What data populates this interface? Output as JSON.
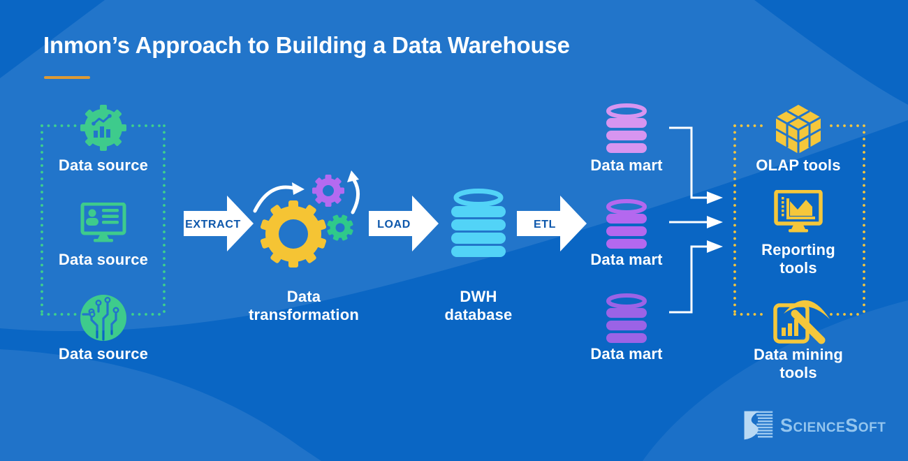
{
  "title": {
    "text": "Inmon’s Approach to Building a Data Warehouse"
  },
  "sources": {
    "box_color": "#3ed08c",
    "items": [
      {
        "label": "Data source",
        "icon": "gear-chart-icon"
      },
      {
        "label": "Data source",
        "icon": "monitor-user-icon"
      },
      {
        "label": "Data source",
        "icon": "circuit-icon"
      }
    ]
  },
  "flow": {
    "extract_label": "EXTRACT",
    "transformation_label": "Data transformation",
    "load_label": "LOAD",
    "dwh_label": "DWH database",
    "etl_label": "ETL"
  },
  "data_marts": [
    {
      "label": "Data mart",
      "color": "#d795f0"
    },
    {
      "label": "Data mart",
      "color": "#b468ef"
    },
    {
      "label": "Data mart",
      "color": "#9b63e6"
    }
  ],
  "tools": {
    "box_color": "#f6c63d",
    "items": [
      {
        "label": "OLAP tools",
        "icon": "olap-cube-icon"
      },
      {
        "label": "Reporting tools",
        "icon": "reporting-monitor-icon"
      },
      {
        "label": "Data mining tools",
        "icon": "mining-pickaxe-icon"
      }
    ]
  },
  "brand": {
    "name": "ScienceSoft"
  },
  "colors": {
    "background": "#0a66c4",
    "title_underline": "#dd9a35",
    "source_green": "#3ecb8c",
    "tool_yellow": "#f5c73b",
    "dwh_cyan": "#52d3f7",
    "gear_yellow": "#f5c434",
    "gear_purple": "#b46af0",
    "gear_green": "#2fc98a",
    "arrow_label_blue": "#0d57ab",
    "brand_blue": "#94c5ee"
  }
}
